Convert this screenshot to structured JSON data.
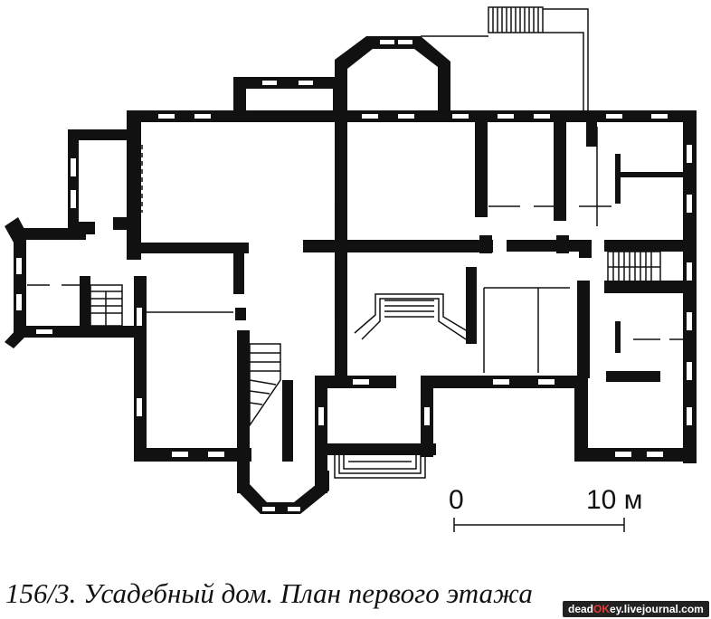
{
  "scale": {
    "start_label": "0",
    "end_label": "10 м"
  },
  "caption": "156/3. Усадебный дом. План первого этажа",
  "watermark": {
    "prefix": "dead",
    "accent": "OK",
    "suffix": "ey.livejournal.com"
  },
  "colors": {
    "ink": "#111111",
    "paper": "#ffffff",
    "watermark_bg": "#222222",
    "watermark_accent": "#e53935"
  }
}
